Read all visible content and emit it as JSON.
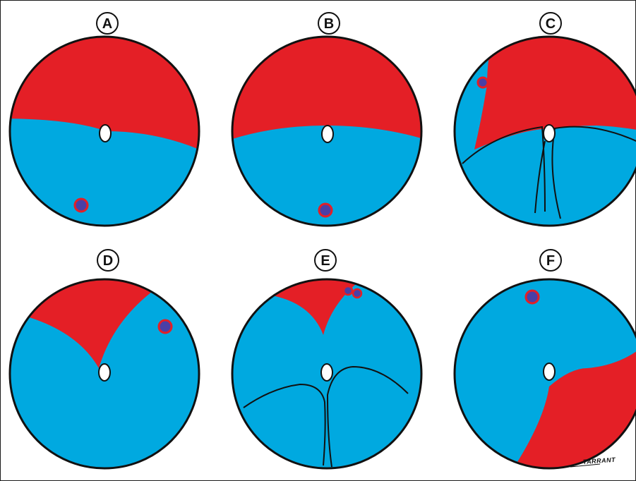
{
  "colors": {
    "red": "#e41f26",
    "blue": "#00a9e0",
    "tear_fill": "#4a3fa6",
    "tear_rim": "#e41f26",
    "outline": "#111111",
    "disc": "#ffffff"
  },
  "panels": [
    {
      "label": "A"
    },
    {
      "label": "B"
    },
    {
      "label": "C"
    },
    {
      "label": "D"
    },
    {
      "label": "E"
    },
    {
      "label": "F"
    }
  ],
  "signature": "TARRANT"
}
